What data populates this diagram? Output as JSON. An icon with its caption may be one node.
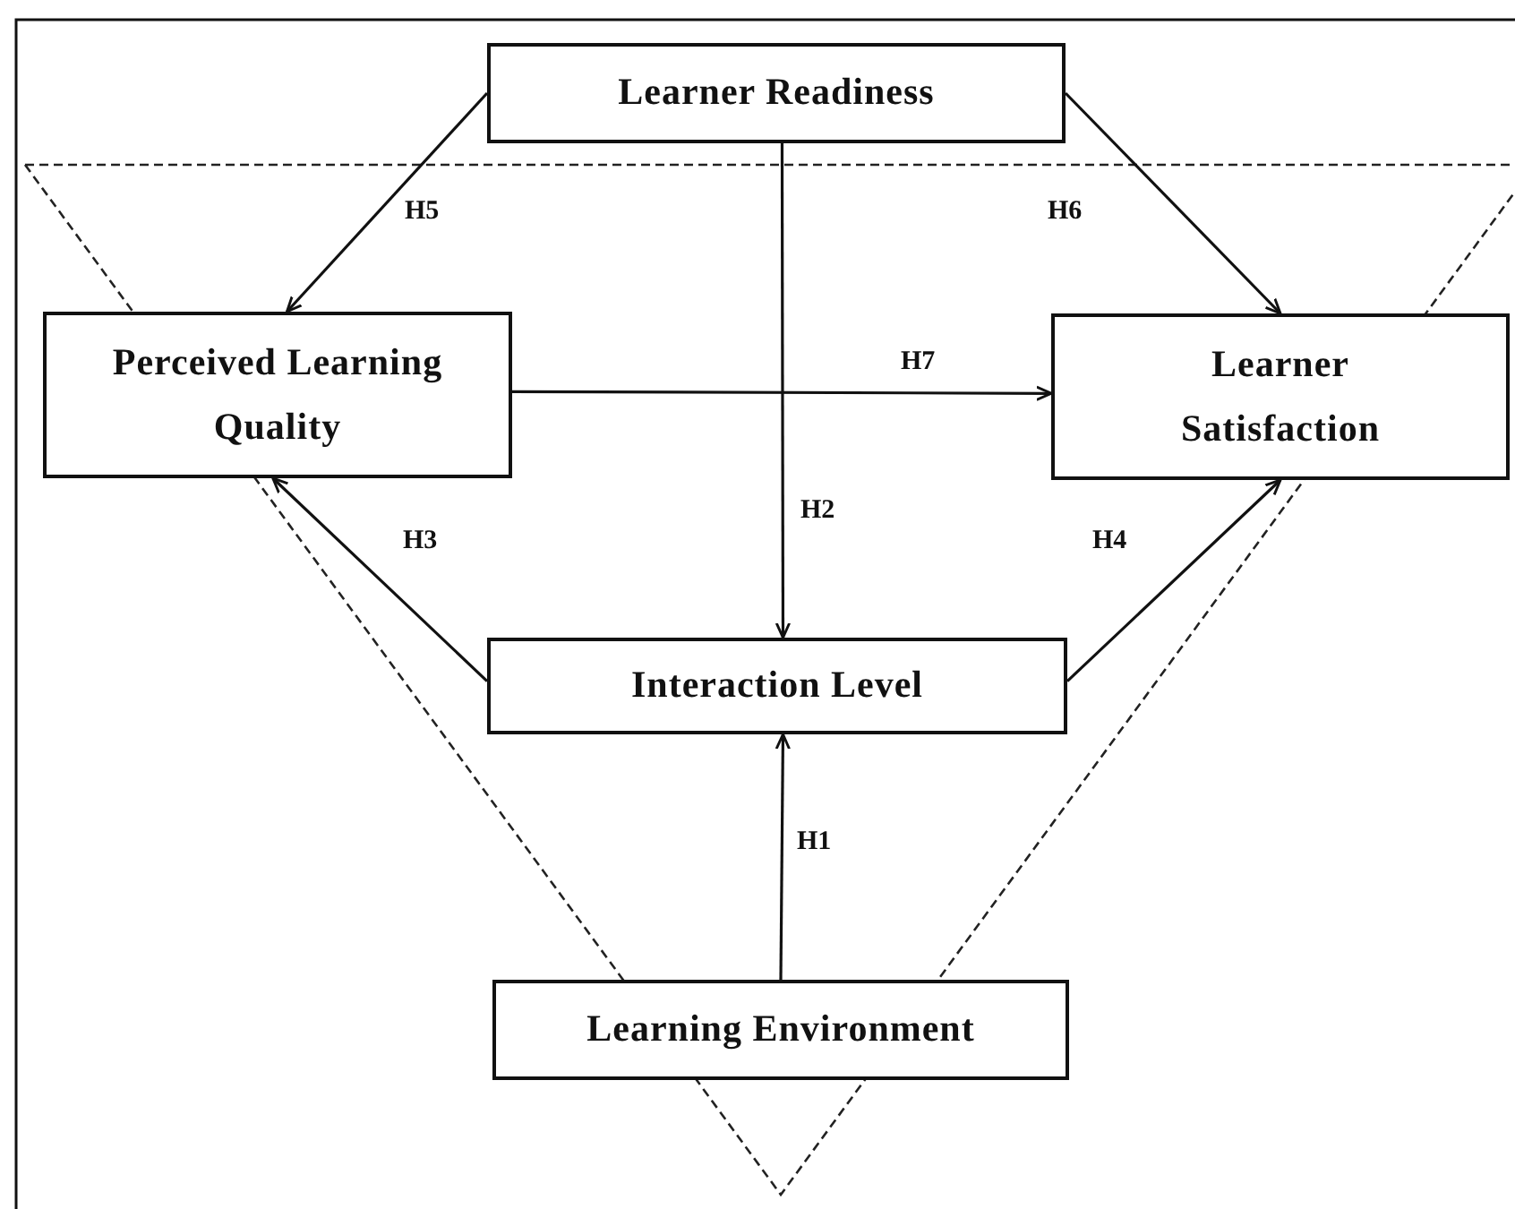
{
  "diagram": {
    "nodes": [
      {
        "text": [
          "Learner Readiness"
        ]
      },
      {
        "text": [
          "Perceived Learning Quality"
        ]
      },
      {
        "text": [
          "Learner Satisfaction"
        ]
      },
      {
        "text": [
          "Interaction Level"
        ]
      },
      {
        "text": [
          "Learning Environment"
        ]
      }
    ],
    "edges": [
      {
        "from": 0,
        "to": 1,
        "arrow": "to",
        "label": "H5"
      },
      {
        "from": 0,
        "to": 2,
        "arrow": "to",
        "label": "H6"
      },
      {
        "from": 1,
        "to": 2,
        "arrow": "to",
        "label": "H7"
      },
      {
        "from": 0,
        "to": 3,
        "arrow": "to",
        "label": "H2"
      },
      {
        "from": 3,
        "to": 1,
        "arrow": "to",
        "label": "H3"
      },
      {
        "from": 3,
        "to": 2,
        "arrow": "to",
        "label": "H4"
      },
      {
        "from": 4,
        "to": 3,
        "arrow": "to",
        "label": "H1"
      }
    ]
  }
}
